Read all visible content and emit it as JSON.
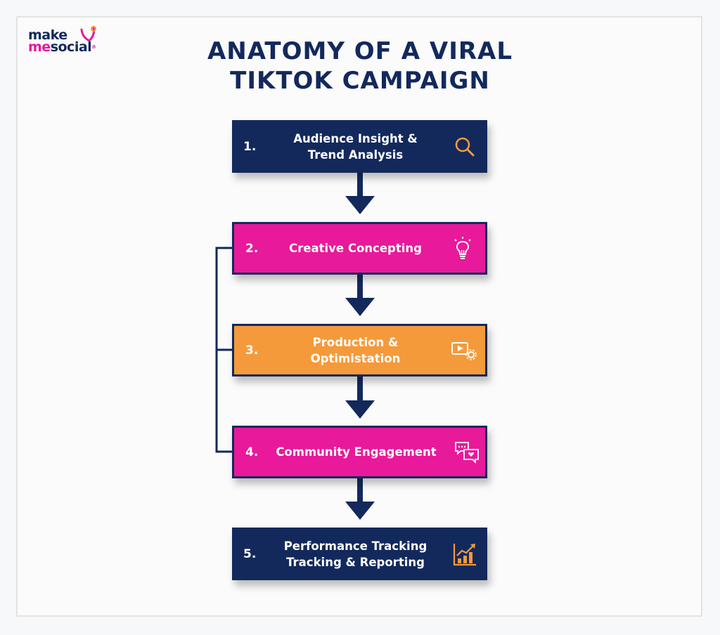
{
  "brand": {
    "line1": "make",
    "line2_accent": "me",
    "line2_rest": "social",
    "registered": "®",
    "colors": {
      "navy": "#13295c",
      "pink": "#e8199a",
      "orange": "#f59a3a"
    }
  },
  "title": {
    "line1": "ANATOMY OF A VIRAL",
    "line2": "TIKTOK CAMPAIGN"
  },
  "steps": [
    {
      "number": "1.",
      "label_line1": "Audience Insight &",
      "label_line2": "Trend Analysis",
      "icon": "search-icon",
      "color": "navy"
    },
    {
      "number": "2.",
      "label_line1": "Creative Concepting",
      "label_line2": "",
      "icon": "lightbulb-icon",
      "color": "pink"
    },
    {
      "number": "3.",
      "label_line1": "Production &",
      "label_line2": "Optimistation",
      "icon": "video-settings-icon",
      "color": "orange"
    },
    {
      "number": "4.",
      "label_line1": "Community Engagement",
      "label_line2": "",
      "icon": "chat-bubbles-icon",
      "color": "pink"
    },
    {
      "number": "5.",
      "label_line1": "Performance Tracking",
      "label_line2": "Tracking & Reporting",
      "icon": "bar-chart-growth-icon",
      "color": "navy"
    }
  ]
}
